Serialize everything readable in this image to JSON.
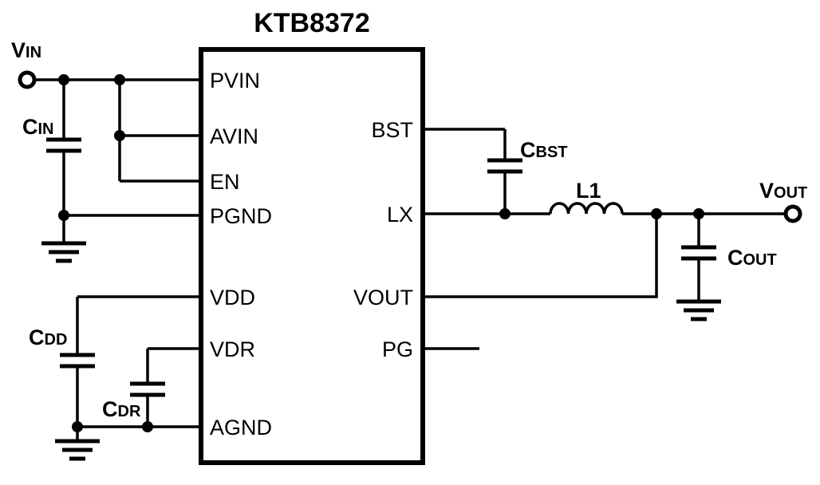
{
  "title": "KTB8372",
  "ic": {
    "left_pins": [
      "PVIN",
      "AVIN",
      "EN",
      "PGND",
      "VDD",
      "VDR",
      "AGND"
    ],
    "right_pins": [
      "BST",
      "LX",
      "VOUT",
      "PG"
    ]
  },
  "labels": {
    "vin": {
      "main": "V",
      "sub": "IN"
    },
    "cin": {
      "main": "C",
      "sub": "IN"
    },
    "cdd": {
      "main": "C",
      "sub": "DD"
    },
    "cdr": {
      "main": "C",
      "sub": "DR"
    },
    "cbst": {
      "main": "C",
      "sub": "BST"
    },
    "l1": {
      "main": "L1",
      "sub": ""
    },
    "vout": {
      "main": "V",
      "sub": "OUT"
    },
    "cout": {
      "main": "C",
      "sub": "OUT"
    }
  },
  "colors": {
    "line": "#000000",
    "background": "#ffffff"
  }
}
